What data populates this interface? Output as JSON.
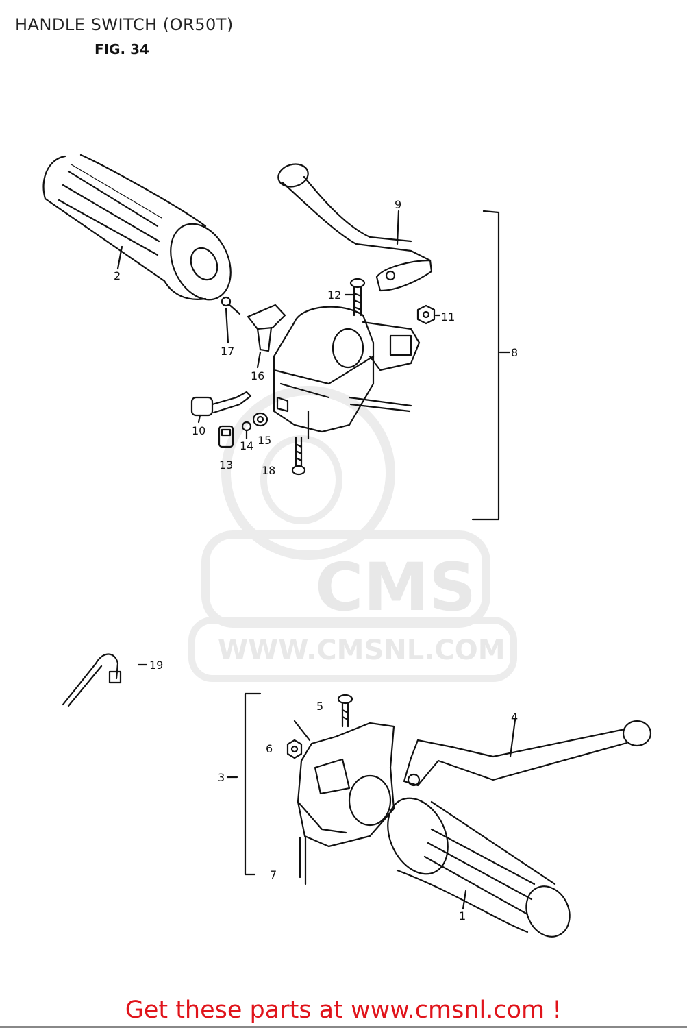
{
  "title": "HANDLE SWITCH (OR50T)",
  "figure_label": "FIG. 34",
  "watermark": {
    "logo_text": "CMS",
    "url_text": "WWW.CMSNL.COM"
  },
  "callouts": {
    "c1": "1",
    "c2": "2",
    "c3": "3",
    "c4": "4",
    "c5": "5",
    "c6": "6",
    "c7": "7",
    "c8": "8",
    "c9": "9",
    "c10": "10",
    "c11": "11",
    "c12": "12",
    "c13": "13",
    "c14": "14",
    "c15": "15",
    "c16": "16",
    "c17": "17",
    "c18": "18",
    "c19": "19"
  },
  "footer": {
    "link_text": "Get these parts at www.cmsnl.com !"
  },
  "colors": {
    "line": "#111111",
    "watermark": "#e8e8e8",
    "footer_link": "#e0141b"
  }
}
